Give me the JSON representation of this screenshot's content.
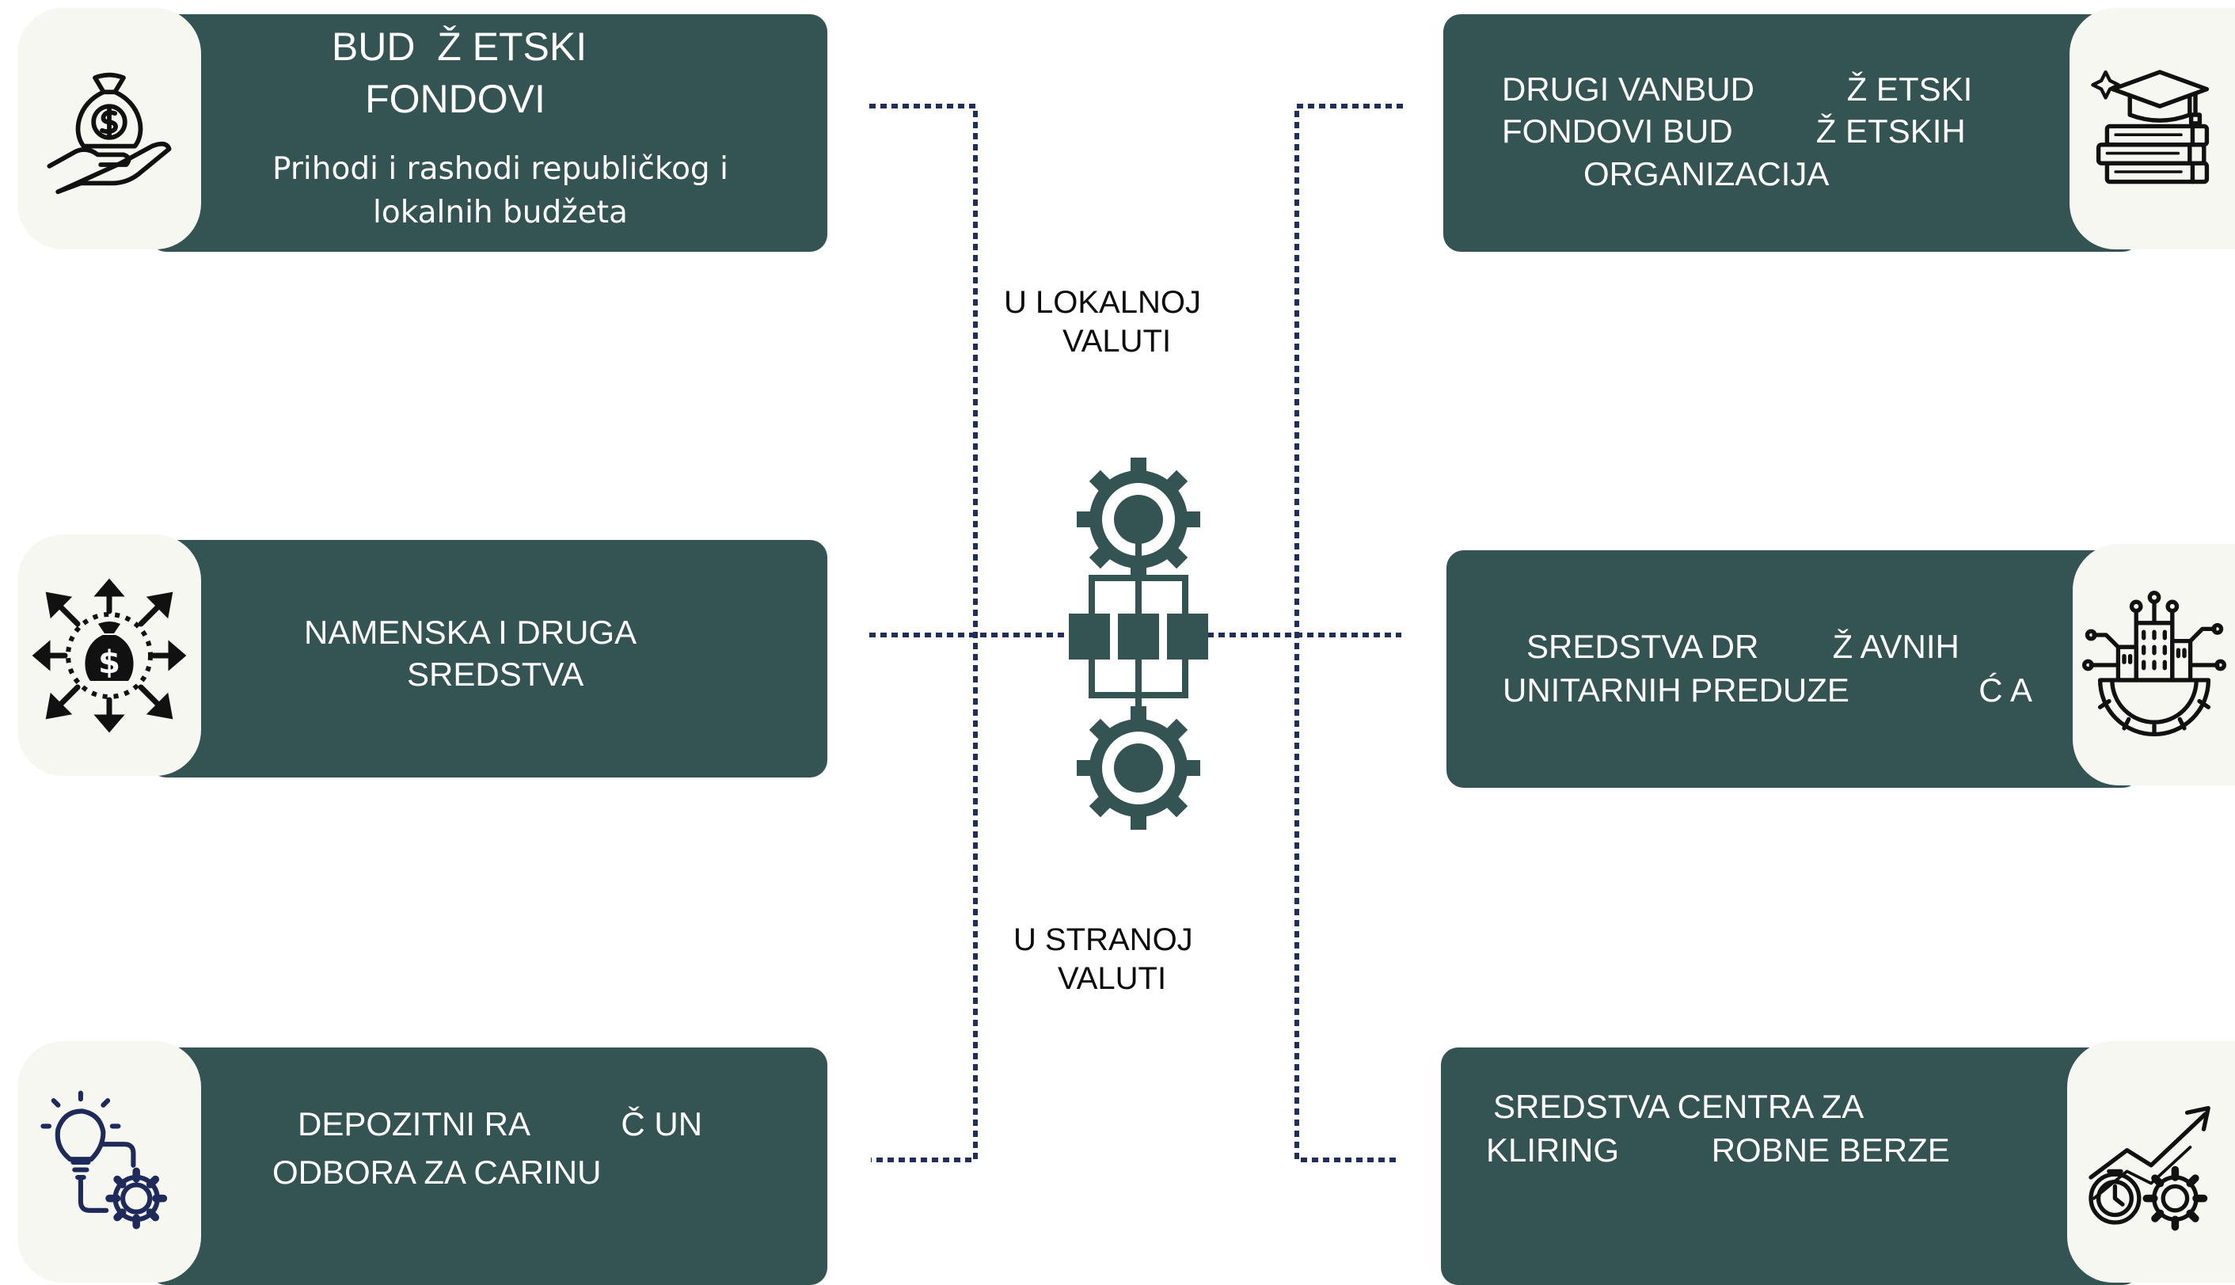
{
  "left_boxes": [
    {
      "title_lines": [
        "BUD  Ž ETSKI",
        "FONDOVI"
      ],
      "subtitle_lines": [
        "Prihodi i rashodi republičkog i",
        "lokalnih budžeta"
      ],
      "icon": "money-bag-in-hand-icon"
    },
    {
      "lines": [
        "NAMENSKA I DRUGA",
        "SREDSTVA"
      ],
      "icon": "money-bag-arrows-icon"
    },
    {
      "lines": [
        "DEPOZITNI RA          Č UN",
        "ODBORA ZA CARINU"
      ],
      "icon": "lightbulb-gear-icon"
    }
  ],
  "right_boxes": [
    {
      "lines": [
        "DRUGI VANBUD          Ž ETSKI",
        "FONDOVI BUD         Ž ETSKIH",
        "ORGANIZACIJA"
      ],
      "icon": "graduation-books-icon"
    },
    {
      "lines": [
        "SREDSTVA DR        Ž AVNIH",
        "UNITARNIH PREDUZE              Ć A"
      ],
      "icon": "building-gear-icon"
    },
    {
      "lines": [
        "SREDSTVA CENTRA ZA",
        "KLIRING          ROBNE BERZE"
      ],
      "icon": "growth-chart-gears-icon"
    }
  ],
  "center": {
    "top_label_lines": [
      "U LOKALNOJ",
      "VALUTI"
    ],
    "bottom_label_lines": [
      "U STRANOJ",
      "VALUTI"
    ],
    "icon": "gears-flowchart-icon"
  },
  "colors": {
    "card": "#335452",
    "icon_tile": "#f6f7f1",
    "connector": "#1f2e5c",
    "icon_stroke": "#111111",
    "center_icon": "#335452"
  }
}
